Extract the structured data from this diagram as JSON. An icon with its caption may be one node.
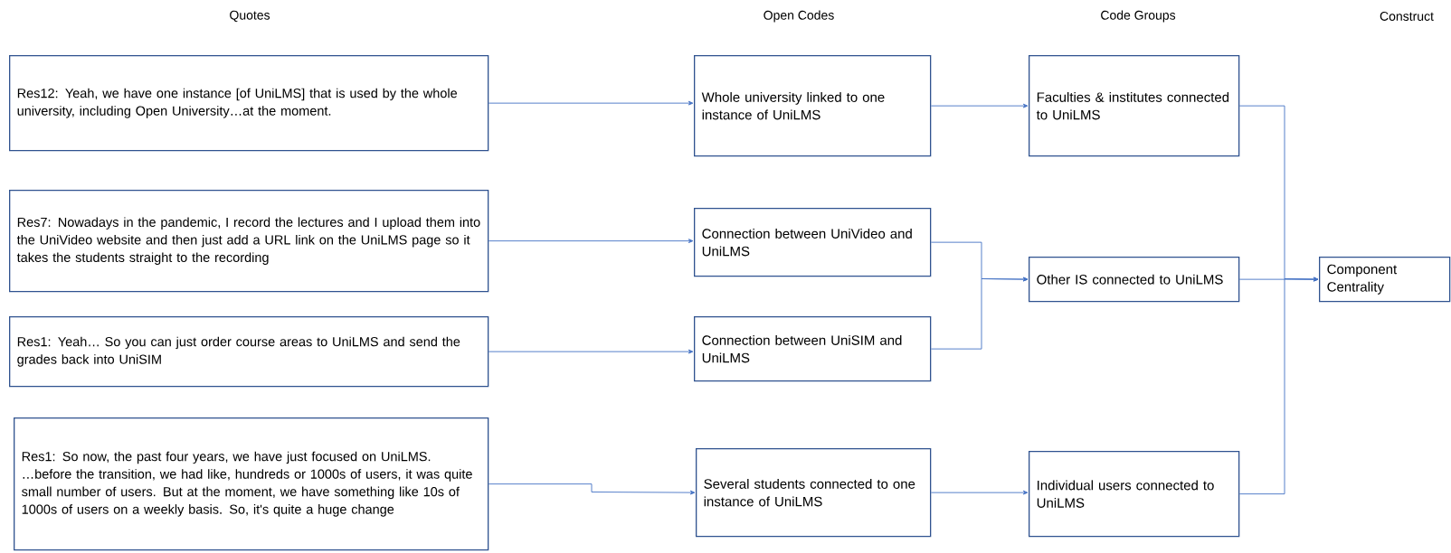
{
  "diagram": {
    "nodes": [
      {
        "text": [
          "Res12: Yeah, we have one instance [of UniLMS] that is used by the whole university, including Open University…at the moment."
        ]
      },
      {
        "text": [
          "Res7: Nowadays in the pandemic, I record the lectures and I upload them into the UniVideo website and then just add a URL link on the UniLMS page so it takes the students straight to the recording"
        ]
      },
      {
        "text": [
          "Res1: Yeah… So you can just order course areas to UniLMS and send the grades back into UniSIM"
        ]
      },
      {
        "text": [
          "Res1: So now, the past four years, we have just focused on UniLMS. …before the transition, we had like, hundreds or 1000s of users, it was quite small number of users. But at the moment, we have something like 10s of 1000s of users on a weekly basis. So, it's quite a huge change"
        ]
      },
      {
        "text": [
          "Whole university linked to one instance of UniLMS"
        ]
      },
      {
        "text": [
          "Connection between UniVideo and UniLMS"
        ]
      },
      {
        "text": [
          "Connection between UniSIM and UniLMS"
        ]
      },
      {
        "text": [
          "Several students connected to one instance of UniLMS"
        ]
      },
      {
        "text": [
          "Faculties & institutes connected to UniLMS"
        ]
      },
      {
        "text": [
          "Other IS connected to UniLMS"
        ]
      },
      {
        "text": [
          "Individual users connected to UniLMS"
        ]
      },
      {
        "text": [
          "Component Centrality"
        ]
      }
    ],
    "edges": [
      {
        "from": 0,
        "to": 4,
        "arrow": "to"
      },
      {
        "from": 1,
        "to": 5,
        "arrow": "to"
      },
      {
        "from": 2,
        "to": 6,
        "arrow": "to"
      },
      {
        "from": 3,
        "to": 7,
        "arrow": "to"
      },
      {
        "from": 4,
        "to": 8,
        "arrow": "to"
      },
      {
        "from": 5,
        "to": 9,
        "arrow": "to"
      },
      {
        "from": 6,
        "to": 9,
        "arrow": "to"
      },
      {
        "from": 7,
        "to": 10,
        "arrow": "to"
      },
      {
        "from": 8,
        "to": 11,
        "arrow": "to"
      },
      {
        "from": 9,
        "to": 11,
        "arrow": "to"
      },
      {
        "from": 10,
        "to": 11,
        "arrow": "to"
      }
    ],
    "labels": [
      "Quotes",
      "Open Codes",
      "Code Groups",
      "Construct"
    ]
  }
}
